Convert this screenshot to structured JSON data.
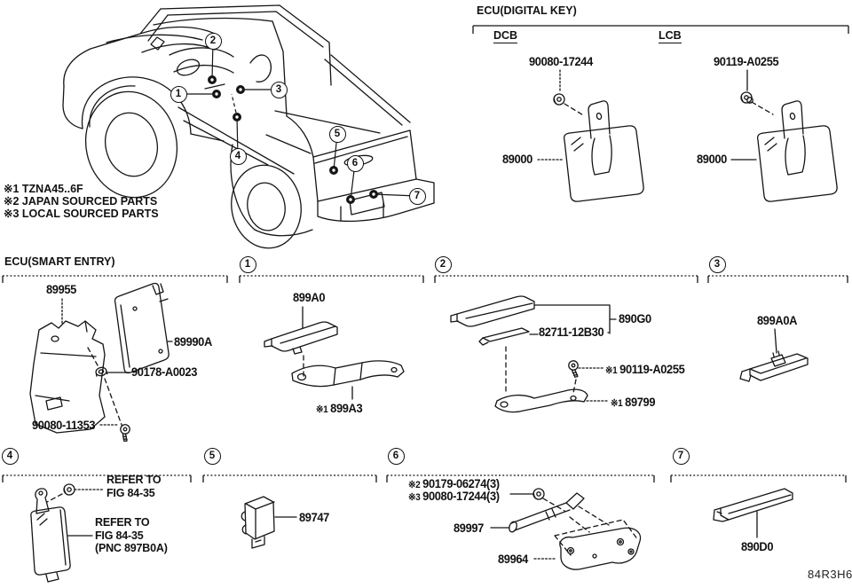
{
  "callouts": {
    "c1": "1",
    "c2": "2",
    "c3": "3",
    "c4": "4",
    "c5": "5",
    "c6": "6",
    "c7": "7"
  },
  "notes": {
    "line1": "※1 TZNA45..6F",
    "line2": "※2 JAPAN SOURCED PARTS",
    "line3": "※3 LOCAL SOURCED PARTS"
  },
  "digital_key": {
    "title": "ECU(DIGITAL KEY)",
    "dcb_label": "DCB",
    "lcb_label": "LCB",
    "dcb_screw": "90080-17244",
    "lcb_screw": "90119-A0255",
    "dcb_ecu": "89000",
    "lcb_ecu": "89000"
  },
  "smart_entry": {
    "title": "ECU(SMART ENTRY)",
    "bracket": "89955",
    "ecu": "89990A",
    "nut": "90178-A0023",
    "bolt": "90080-11353"
  },
  "section1": {
    "num": "1",
    "antenna": "899A0",
    "plate_prefix": "※1",
    "plate": "899A3"
  },
  "section2": {
    "num": "2",
    "antenna": "890G0",
    "cushion": "82711-12B30",
    "screw_prefix": "※1",
    "screw": "90119-A0255",
    "plate_prefix": "※1",
    "plate": "89799"
  },
  "section3": {
    "num": "3",
    "antenna": "899A0A"
  },
  "section4": {
    "num": "4",
    "screw_ref_line1": "REFER TO",
    "screw_ref_line2": "FIG 84-35",
    "box_ref_line1": "REFER TO",
    "box_ref_line2": "FIG 84-35",
    "box_ref_line3": "(PNC 897B0A)"
  },
  "section5": {
    "num": "5",
    "buzzer": "89747"
  },
  "section6": {
    "num": "6",
    "screw1_prefix": "※2",
    "screw1": "90179-06274(3)",
    "screw2_prefix": "※3",
    "screw2": "90080-17244(3)",
    "antenna": "89997",
    "bracket": "89964"
  },
  "section7": {
    "num": "7",
    "antenna": "890D0"
  },
  "footer": {
    "figure_code": "84R3H6"
  },
  "colors": {
    "line": "#151515",
    "bg": "#ffffff"
  }
}
